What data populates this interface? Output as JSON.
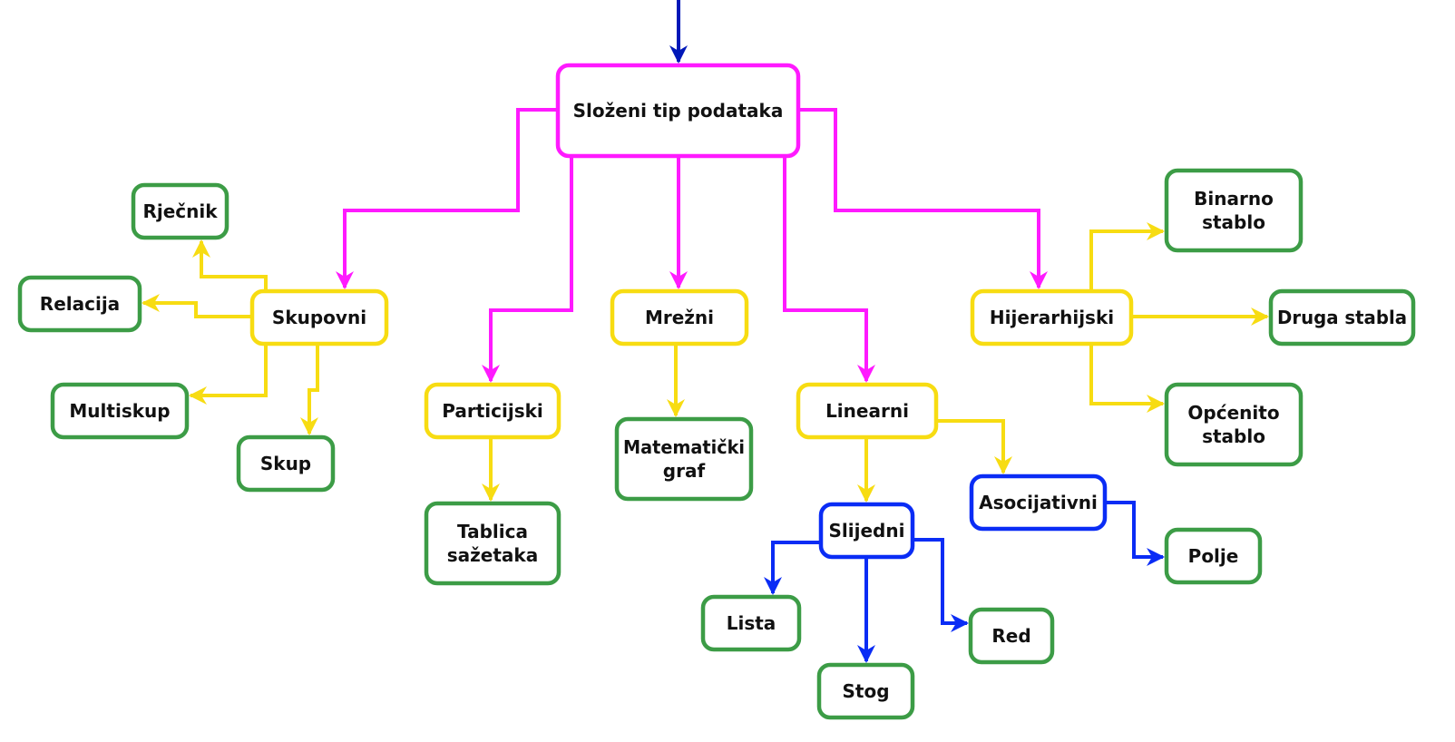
{
  "colors": {
    "magenta": "#ff1aff",
    "yellow": "#f7dc12",
    "green": "#3c9c46",
    "blue": "#0a2cf5",
    "navy": "#0018b8"
  },
  "nodes": {
    "root": {
      "lines": [
        "Složeni tip podataka"
      ],
      "border": "magenta"
    },
    "skupovni": {
      "lines": [
        "Skupovni"
      ],
      "border": "yellow"
    },
    "particijski": {
      "lines": [
        "Particijski"
      ],
      "border": "yellow"
    },
    "mrezni": {
      "lines": [
        "Mrežni"
      ],
      "border": "yellow"
    },
    "linearni": {
      "lines": [
        "Linearni"
      ],
      "border": "yellow"
    },
    "hijerarhijski": {
      "lines": [
        "Hijerarhijski"
      ],
      "border": "yellow"
    },
    "rjecnik": {
      "lines": [
        "Rječnik"
      ],
      "border": "green"
    },
    "relacija": {
      "lines": [
        "Relacija"
      ],
      "border": "green"
    },
    "multiskup": {
      "lines": [
        "Multiskup"
      ],
      "border": "green"
    },
    "skup": {
      "lines": [
        "Skup"
      ],
      "border": "green"
    },
    "tablica": {
      "lines": [
        "Tablica",
        "sažetaka"
      ],
      "border": "green"
    },
    "matematicki": {
      "lines": [
        "Matematički",
        "graf"
      ],
      "border": "green"
    },
    "slijedni": {
      "lines": [
        "Slijedni"
      ],
      "border": "blue"
    },
    "asocijativni": {
      "lines": [
        "Asocijativni"
      ],
      "border": "blue"
    },
    "lista": {
      "lines": [
        "Lista"
      ],
      "border": "green"
    },
    "stog": {
      "lines": [
        "Stog"
      ],
      "border": "green"
    },
    "red": {
      "lines": [
        "Red"
      ],
      "border": "green"
    },
    "polje": {
      "lines": [
        "Polje"
      ],
      "border": "green"
    },
    "binarno": {
      "lines": [
        "Binarno",
        "stablo"
      ],
      "border": "green"
    },
    "druga": {
      "lines": [
        "Druga stabla"
      ],
      "border": "green"
    },
    "opcenito": {
      "lines": [
        "Općenito",
        "stablo"
      ],
      "border": "green"
    }
  },
  "edges": [
    {
      "from": "entry",
      "to": "root",
      "color": "navy"
    },
    {
      "from": "root",
      "to": "skupovni",
      "color": "magenta"
    },
    {
      "from": "root",
      "to": "particijski",
      "color": "magenta"
    },
    {
      "from": "root",
      "to": "mrezni",
      "color": "magenta"
    },
    {
      "from": "root",
      "to": "linearni",
      "color": "magenta"
    },
    {
      "from": "root",
      "to": "hijerarhijski",
      "color": "magenta"
    },
    {
      "from": "skupovni",
      "to": "rjecnik",
      "color": "yellow"
    },
    {
      "from": "skupovni",
      "to": "relacija",
      "color": "yellow"
    },
    {
      "from": "skupovni",
      "to": "multiskup",
      "color": "yellow"
    },
    {
      "from": "skupovni",
      "to": "skup",
      "color": "yellow"
    },
    {
      "from": "particijski",
      "to": "tablica",
      "color": "yellow"
    },
    {
      "from": "mrezni",
      "to": "matematicki",
      "color": "yellow"
    },
    {
      "from": "linearni",
      "to": "slijedni",
      "color": "yellow"
    },
    {
      "from": "linearni",
      "to": "asocijativni",
      "color": "yellow"
    },
    {
      "from": "slijedni",
      "to": "lista",
      "color": "blue"
    },
    {
      "from": "slijedni",
      "to": "stog",
      "color": "blue"
    },
    {
      "from": "slijedni",
      "to": "red",
      "color": "blue"
    },
    {
      "from": "asocijativni",
      "to": "polje",
      "color": "blue"
    },
    {
      "from": "hijerarhijski",
      "to": "binarno",
      "color": "yellow"
    },
    {
      "from": "hijerarhijski",
      "to": "druga",
      "color": "yellow"
    },
    {
      "from": "hijerarhijski",
      "to": "opcenito",
      "color": "yellow"
    }
  ]
}
